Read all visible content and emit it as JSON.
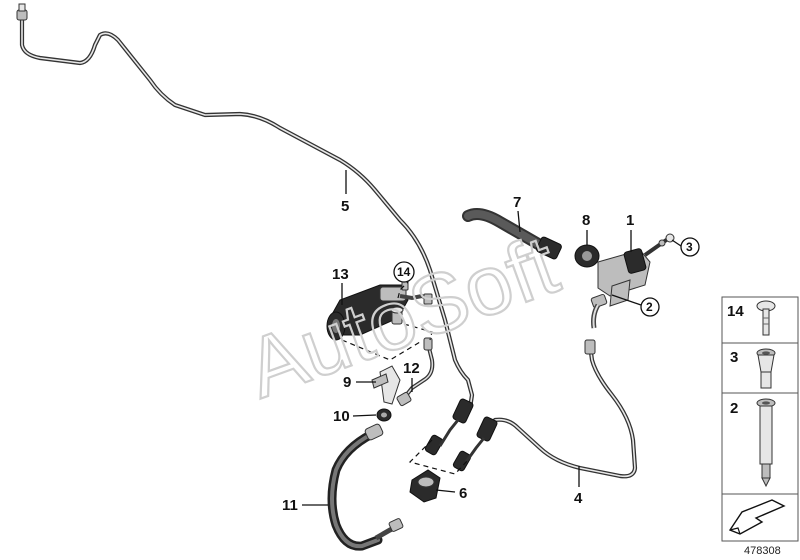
{
  "watermark": "AutoSoft",
  "diagram_id": "478308",
  "callouts": {
    "c1": "1",
    "c2": "2",
    "c3": "3",
    "c4": "4",
    "c5": "5",
    "c6": "6",
    "c7": "7",
    "c8": "8",
    "c9": "9",
    "c10": "10",
    "c11": "11",
    "c12": "12",
    "c13": "13",
    "c14": "14"
  },
  "legend": {
    "items": [
      {
        "label": "14",
        "icon": "bolt-icon"
      },
      {
        "label": "3",
        "icon": "bushing-icon"
      },
      {
        "label": "2",
        "icon": "pin-icon"
      }
    ],
    "pack_icon": "package-arrow-icon"
  }
}
